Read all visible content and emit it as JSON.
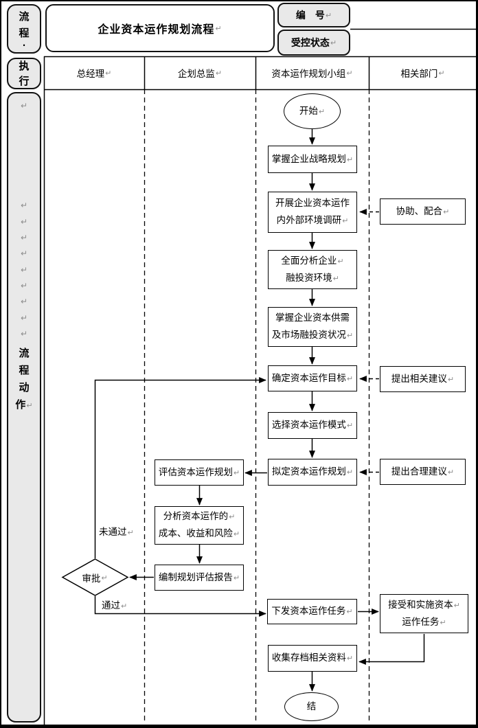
{
  "marks": {
    "pilcrow": "↵",
    "dot": "·"
  },
  "header": {
    "process_label": {
      "c1": "流",
      "c2": "程"
    },
    "title": "企业资本运作规划流程",
    "number_label": "编　号",
    "controlled_label": "受控状态"
  },
  "lanes": {
    "exec_label": {
      "c1": "执",
      "c2": "行"
    },
    "columns": {
      "c1": "总经理",
      "c2": "企划总监",
      "c3": "资本运作规划小组",
      "c4": "相关部门"
    },
    "action_label": {
      "c1": "流",
      "c2": "程",
      "c3": "动",
      "c4": "作"
    }
  },
  "flow": {
    "start": "开始",
    "grasp_strategy": "掌握企业战略规划",
    "research_line1": "开展企业资本运作",
    "research_line2": "内外部环境调研",
    "analyze_env_line1": "全面分析企业",
    "analyze_env_line2": "融投资环境",
    "supply_line1": "掌握企业资本供需",
    "supply_line2": "及市场融投资状况",
    "set_goal": "确定资本运作目标",
    "choose_mode": "选择资本运作模式",
    "draft_plan": "拟定资本运作规划",
    "evaluate_plan": "评估资本运作规划",
    "analyze_cost_line1": "分析资本运作的",
    "analyze_cost_line2": "成本、收益和风险",
    "report": "编制规划评估报告",
    "approval": "审批",
    "fail_label": "未通过",
    "pass_label": "通过",
    "issue_task": "下发资本运作任务",
    "accept_line1": "接受和实施资本",
    "accept_line2": "运作任务",
    "archive": "收集存档相关资料",
    "end": "结",
    "assist": "协助、配合",
    "suggest_related": "提出相关建议",
    "suggest_reasonable": "提出合理建议"
  },
  "colors": {
    "cell_gray": "#e9e9e9",
    "line": "#000000",
    "mark_gray": "#8c8c8c"
  }
}
